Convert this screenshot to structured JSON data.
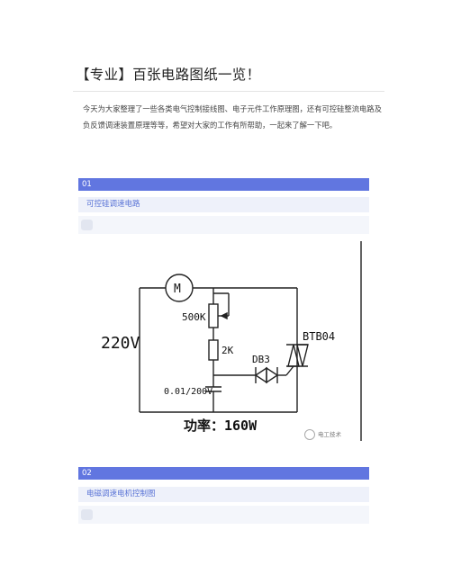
{
  "title": "【专业】百张电路图纸一览！",
  "intro": "今天为大家整理了一些各类电气控制接线图、电子元件工作原理图，还有可控硅整流电路及负反馈调速装置原理等等，希望对大家的工作有所帮助，一起来了解一下吧。",
  "sections": [
    {
      "number": "01",
      "heading": "可控硅调速电路"
    },
    {
      "number": "02",
      "heading": "电磁调速电机控制图"
    }
  ],
  "circuit": {
    "motor": "M",
    "voltage": "220V",
    "pot": "500K",
    "resistor": "2K",
    "diac": "DB3",
    "triac": "BTB04",
    "capacitor": "0.01/200V",
    "power": "功率：160W"
  },
  "watermark": "电工技术"
}
